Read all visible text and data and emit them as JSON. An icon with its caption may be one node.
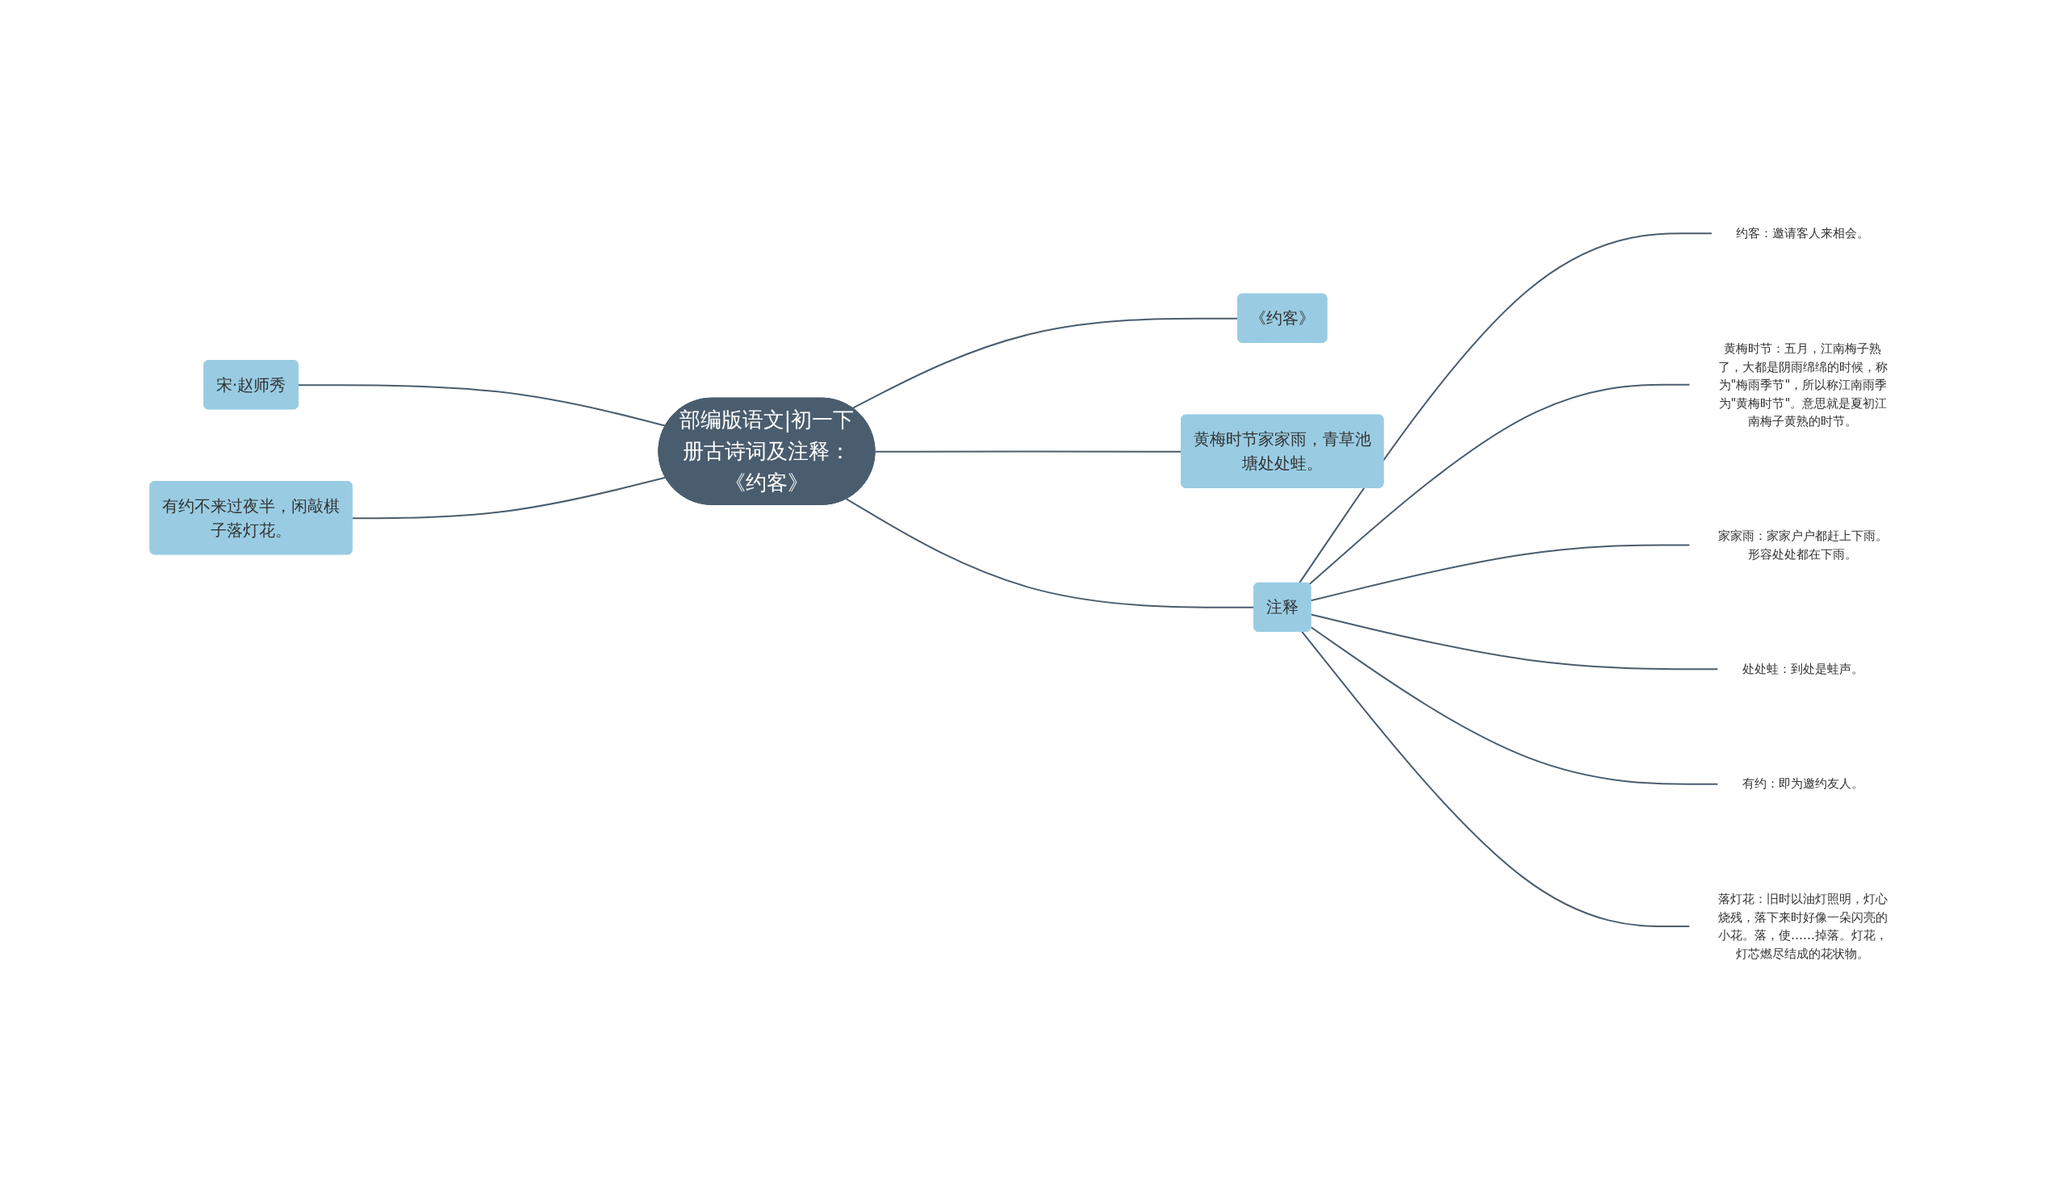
{
  "diagram": {
    "nodes": [
      {
        "text": [
          "部编版语文|初一下册古诗词及注释：《约客》"
        ]
      },
      {
        "text": [
          "《约客》"
        ]
      },
      {
        "text": [
          "黄梅时节家家雨，青草池塘处处蛙。"
        ]
      },
      {
        "text": [
          "注释"
        ]
      },
      {
        "text": [
          "约客：邀请客人来相会。"
        ]
      },
      {
        "text": [
          "黄梅时节：五月，江南梅子熟了，大都是阴雨绵绵的时候，称为\"梅雨季节\"，所以称江南雨季为\"黄梅时节\"。意思就是夏初江南梅子黄熟的时节。"
        ]
      },
      {
        "text": [
          "家家雨：家家户户都赶上下雨。形容处处都在下雨。"
        ]
      },
      {
        "text": [
          "处处蛙：到处是蛙声。"
        ]
      },
      {
        "text": [
          "有约：即为邀约友人。"
        ]
      },
      {
        "text": [
          "落灯花：旧时以油灯照明，灯心烧残，落下来时好像一朵闪亮的小花。落，使……掉落。灯花，灯芯燃尽结成的花状物。"
        ]
      },
      {
        "text": [
          "宋·赵师秀"
        ]
      },
      {
        "text": [
          "有约不来过夜半，闲敲棋子落灯花。"
        ]
      }
    ],
    "edges": [
      {
        "from": 0,
        "to": 1,
        "arrow": "none"
      },
      {
        "from": 0,
        "to": 2,
        "arrow": "none"
      },
      {
        "from": 0,
        "to": 3,
        "arrow": "none"
      },
      {
        "from": 3,
        "to": 4,
        "arrow": "none"
      },
      {
        "from": 3,
        "to": 5,
        "arrow": "none"
      },
      {
        "from": 3,
        "to": 6,
        "arrow": "none"
      },
      {
        "from": 3,
        "to": 7,
        "arrow": "none"
      },
      {
        "from": 3,
        "to": 8,
        "arrow": "none"
      },
      {
        "from": 3,
        "to": 9,
        "arrow": "none"
      },
      {
        "from": 0,
        "to": 10,
        "arrow": "none"
      },
      {
        "from": 0,
        "to": 11,
        "arrow": "none"
      }
    ]
  }
}
